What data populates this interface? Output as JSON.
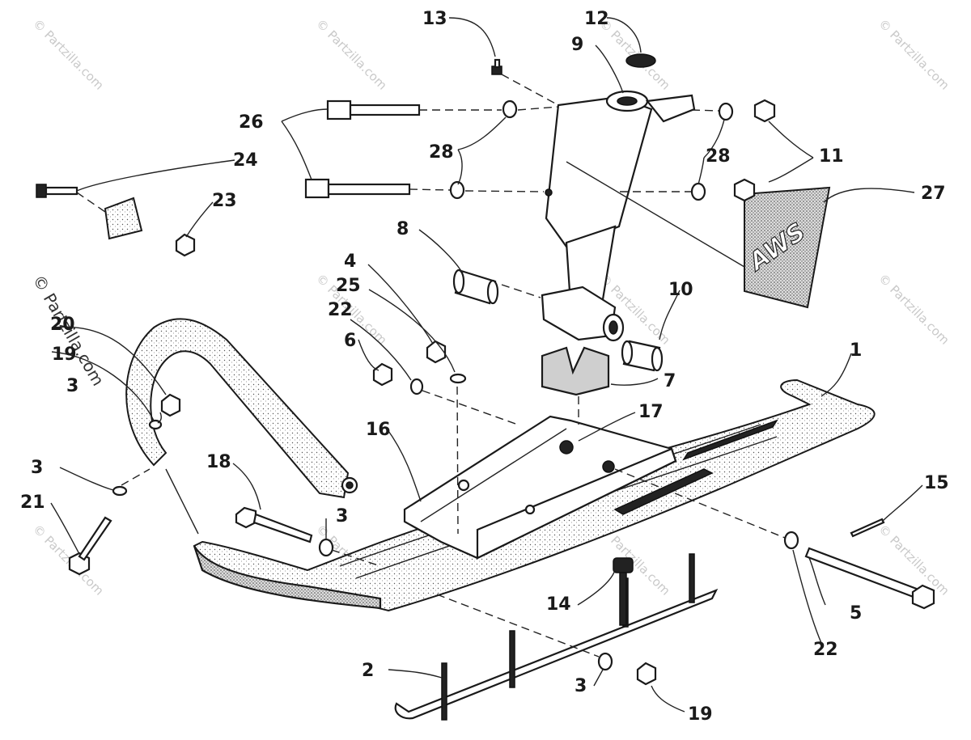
{
  "watermark": "© Partzilla.com",
  "decal_text": "AWS",
  "callouts": [
    {
      "id": "c1",
      "text": "1"
    },
    {
      "id": "c2",
      "text": "2"
    },
    {
      "id": "c3a",
      "text": "3"
    },
    {
      "id": "c3b",
      "text": "3"
    },
    {
      "id": "c3c",
      "text": "3"
    },
    {
      "id": "c3d",
      "text": "3"
    },
    {
      "id": "c4",
      "text": "4"
    },
    {
      "id": "c5",
      "text": "5"
    },
    {
      "id": "c6",
      "text": "6"
    },
    {
      "id": "c7",
      "text": "7"
    },
    {
      "id": "c8",
      "text": "8"
    },
    {
      "id": "c9",
      "text": "9"
    },
    {
      "id": "c10",
      "text": "10"
    },
    {
      "id": "c11",
      "text": "11"
    },
    {
      "id": "c12",
      "text": "12"
    },
    {
      "id": "c13",
      "text": "13"
    },
    {
      "id": "c14",
      "text": "14"
    },
    {
      "id": "c15",
      "text": "15"
    },
    {
      "id": "c16",
      "text": "16"
    },
    {
      "id": "c17",
      "text": "17"
    },
    {
      "id": "c18",
      "text": "18"
    },
    {
      "id": "c19a",
      "text": "19"
    },
    {
      "id": "c19b",
      "text": "19"
    },
    {
      "id": "c20",
      "text": "20"
    },
    {
      "id": "c21",
      "text": "21"
    },
    {
      "id": "c22a",
      "text": "22"
    },
    {
      "id": "c22b",
      "text": "22"
    },
    {
      "id": "c23",
      "text": "23"
    },
    {
      "id": "c24",
      "text": "24"
    },
    {
      "id": "c25",
      "text": "25"
    },
    {
      "id": "c26",
      "text": "26"
    },
    {
      "id": "c27",
      "text": "27"
    },
    {
      "id": "c28a",
      "text": "28"
    },
    {
      "id": "c28b",
      "text": "28"
    }
  ]
}
